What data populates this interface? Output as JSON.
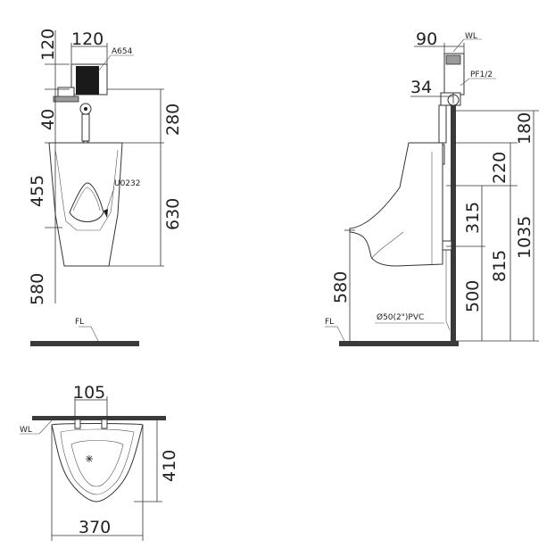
{
  "front_view": {
    "dims": {
      "valve_width": "120",
      "valve_height": "120",
      "valve_model": "A654",
      "pipe_offset": "40",
      "valve_to_urinal": "280",
      "urinal_model": "U0232",
      "bowl_height": "455",
      "urinal_height": "630",
      "rim_height": "580",
      "floor_label": "FL"
    }
  },
  "side_view": {
    "dims": {
      "valve_depth": "90",
      "wall_label": "WL",
      "pipe_spec": "PF1/2",
      "pipe_offset": "34",
      "top_offset": "180",
      "valve_to_inlet": "220",
      "inlet_to_outlet": "315",
      "outlet_height": "500",
      "inlet_height": "815",
      "valve_height": "1035",
      "rim_height": "580",
      "drain_spec": "Ø50(2\")PVC",
      "floor_label": "FL"
    }
  },
  "top_view": {
    "dims": {
      "bracket_spacing": "105",
      "wall_label": "WL",
      "depth": "410",
      "width": "370"
    }
  }
}
